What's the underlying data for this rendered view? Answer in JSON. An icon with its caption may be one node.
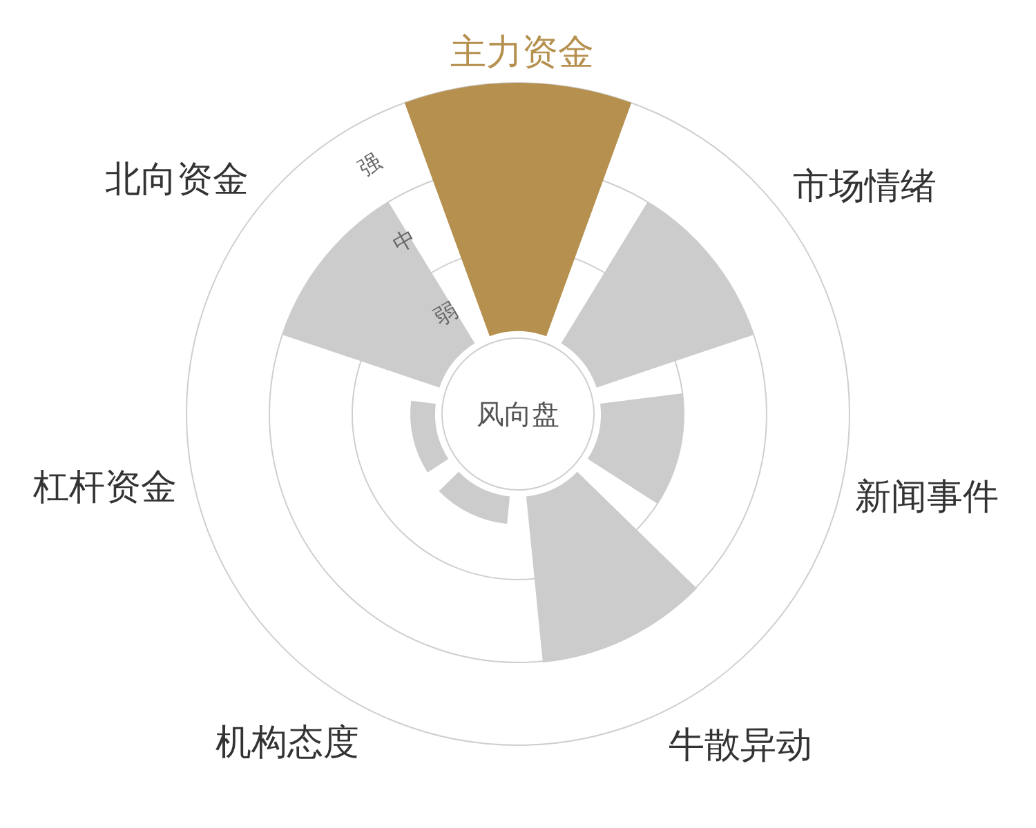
{
  "diagram": {
    "nodes": [
      {
        "text": [
          "风向盘"
        ]
      }
    ],
    "labels": [
      "主力资金",
      "北向资金",
      "强",
      "市场情绪",
      "中",
      "弱",
      "杠杆资金",
      "新闻事件",
      "机构态度",
      "牛散异动"
    ]
  }
}
